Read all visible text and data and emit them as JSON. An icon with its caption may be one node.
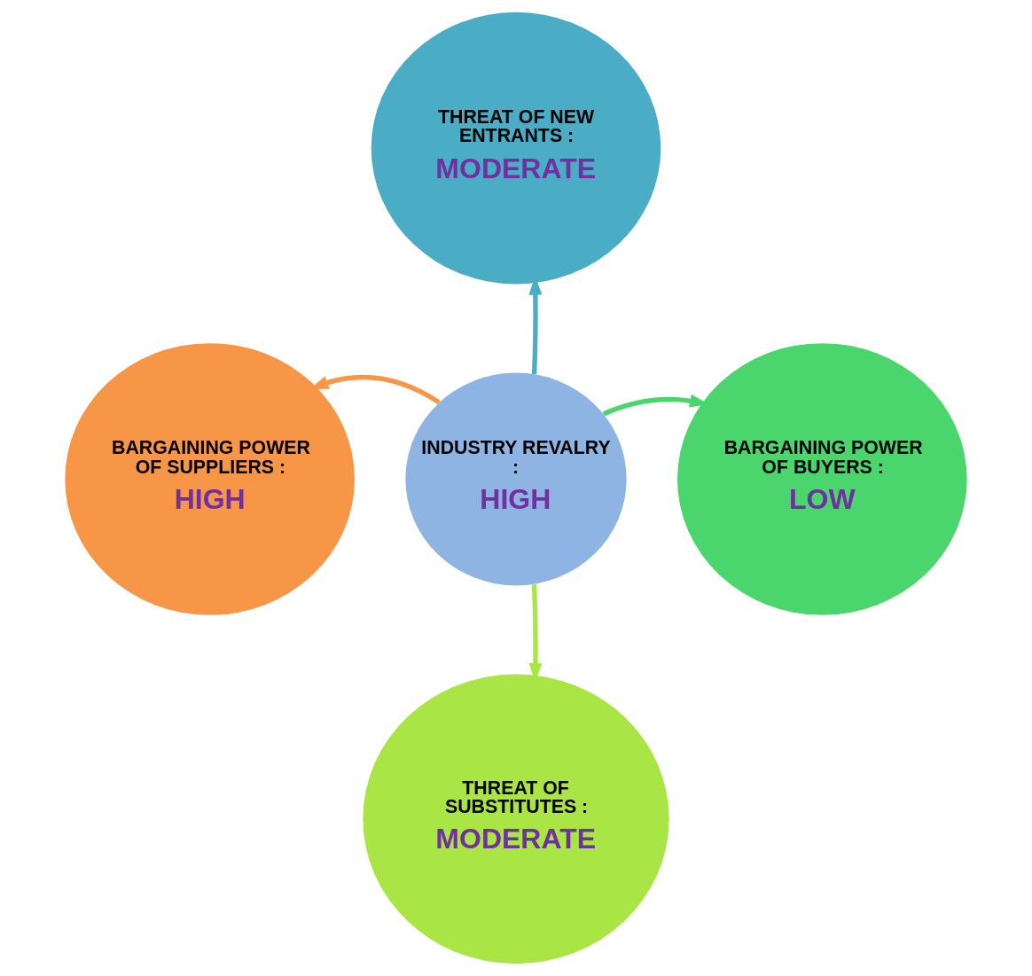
{
  "diagram": {
    "nodes": [
      {
        "text": [
          "INDUSTRY REVALRY :",
          "HIGH"
        ]
      },
      {
        "text": [
          "THREAT OF NEW ENTRANTS :",
          "MODERATE"
        ]
      },
      {
        "text": [
          "BARGAINING POWER OF SUPPLIERS :",
          "HIGH"
        ]
      },
      {
        "text": [
          "BARGAINING POWER OF BUYERS :",
          "LOW"
        ]
      },
      {
        "text": [
          "THREAT OF SUBSTITUTES :",
          "MODERATE"
        ]
      }
    ],
    "edges": [
      {
        "from": 0,
        "to": 1,
        "arrow": "to",
        "color": "#4bacc6"
      },
      {
        "from": 0,
        "to": 2,
        "arrow": "to",
        "color": "#f79646"
      },
      {
        "from": 0,
        "to": 3,
        "arrow": "to",
        "color": "#4ad66d"
      },
      {
        "from": 0,
        "to": 4,
        "arrow": "to",
        "color": "#a9e645"
      }
    ]
  }
}
